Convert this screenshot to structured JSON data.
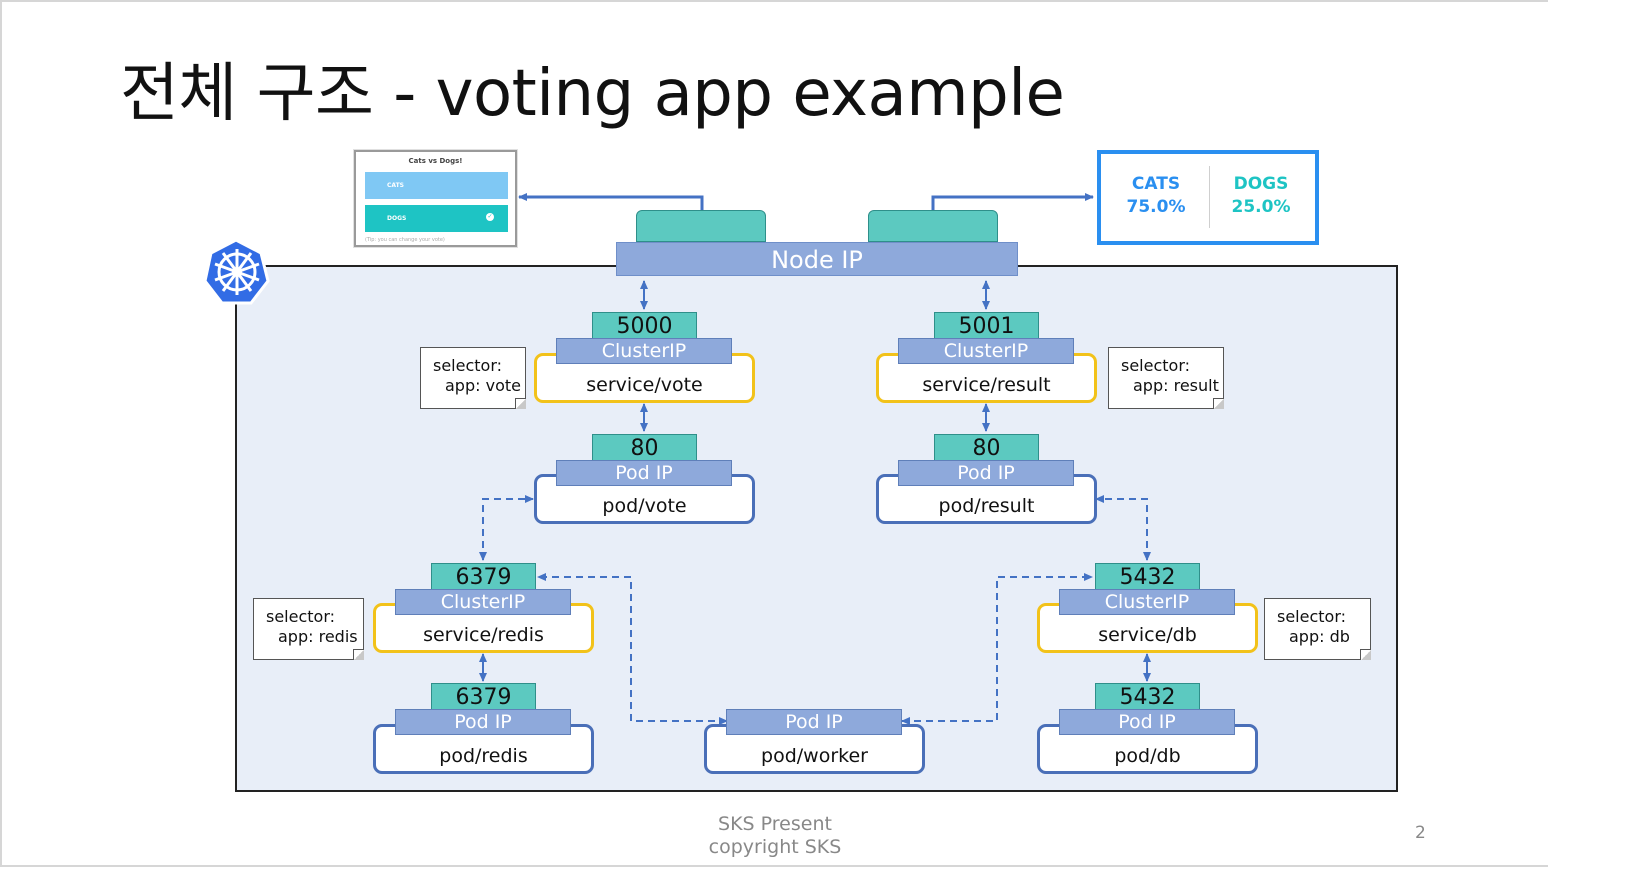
{
  "title": "전체 구조 - voting app example",
  "colors": {
    "port_teal": "#5cc9c0",
    "ip_blue": "#8ea9db",
    "service_border": "#f2c21a",
    "pod_border": "#4a6fb8",
    "cluster_bg": "#e8eef8",
    "k8s_logo": "#326ce5",
    "result_border": "#2a8ff0"
  },
  "node_ip": "Node IP",
  "vote_ui": {
    "title": "Cats vs Dogs!",
    "option_a": "CATS",
    "option_b": "DOGS",
    "tip": "(Tip: you can change your vote)"
  },
  "result_ui": {
    "cats_label": "CATS",
    "cats_value": "75.0%",
    "dogs_label": "DOGS",
    "dogs_value": "25.0%"
  },
  "vote": {
    "service_port": "5000",
    "cluster_ip": "ClusterIP",
    "service": "service/vote",
    "selector_key": "selector:",
    "selector_value": "app: vote",
    "pod_port": "80",
    "pod_ip": "Pod IP",
    "pod": "pod/vote"
  },
  "result": {
    "service_port": "5001",
    "cluster_ip": "ClusterIP",
    "service": "service/result",
    "selector_key": "selector:",
    "selector_value": "app: result",
    "pod_port": "80",
    "pod_ip": "Pod IP",
    "pod": "pod/result"
  },
  "redis": {
    "service_port": "6379",
    "cluster_ip": "ClusterIP",
    "service": "service/redis",
    "selector_key": "selector:",
    "selector_value": "app: redis",
    "pod_port": "6379",
    "pod_ip": "Pod IP",
    "pod": "pod/redis"
  },
  "db": {
    "service_port": "5432",
    "cluster_ip": "ClusterIP",
    "service": "service/db",
    "selector_key": "selector:",
    "selector_value": "app: db",
    "pod_port": "5432",
    "pod_ip": "Pod IP",
    "pod": "pod/db"
  },
  "worker": {
    "pod_ip": "Pod IP",
    "pod": "pod/worker"
  },
  "footer": {
    "line1": "SKS Present",
    "line2": "copyright SKS",
    "page_number": "2"
  },
  "icons": {
    "kubernetes": "kubernetes-helm-icon"
  }
}
